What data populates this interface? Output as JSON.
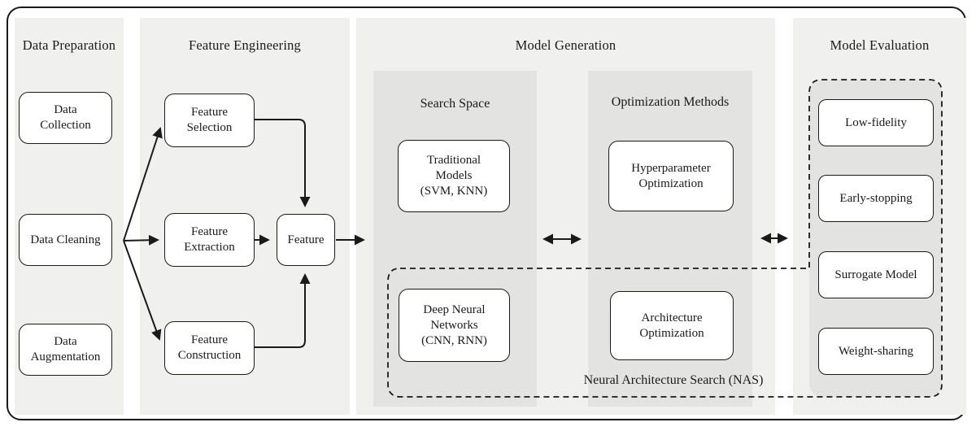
{
  "stages": {
    "data_preparation": "Data Preparation",
    "feature_engineering": "Feature Engineering",
    "model_generation": "Model Generation",
    "model_evaluation": "Model Evaluation"
  },
  "subsections": {
    "search_space": "Search Space",
    "optimization_methods": "Optimization Methods",
    "nas_label": "Neural Architecture Search (NAS)"
  },
  "nodes": {
    "data_collection": {
      "lines": [
        "Data",
        "Collection"
      ]
    },
    "data_cleaning": {
      "lines": [
        "Data Cleaning"
      ]
    },
    "data_augmentation": {
      "lines": [
        "Data",
        "Augmentation"
      ]
    },
    "feature_selection": {
      "lines": [
        "Feature",
        "Selection"
      ]
    },
    "feature_extraction": {
      "lines": [
        "Feature",
        "Extraction"
      ]
    },
    "feature_construction": {
      "lines": [
        "Feature",
        "Construction"
      ]
    },
    "feature": {
      "lines": [
        "Feature"
      ]
    },
    "traditional_models": {
      "lines": [
        "Traditional",
        "Models",
        "(SVM, KNN)"
      ]
    },
    "hyperparameter_optimization": {
      "lines": [
        "Hyperparameter",
        "Optimization"
      ]
    },
    "deep_neural_networks": {
      "lines": [
        "Deep Neural",
        "Networks",
        "(CNN, RNN)"
      ]
    },
    "architecture_optimization": {
      "lines": [
        "Architecture",
        "Optimization"
      ]
    },
    "low_fidelity": {
      "lines": [
        "Low-fidelity"
      ]
    },
    "early_stopping": {
      "lines": [
        "Early-stopping"
      ]
    },
    "surrogate_model": {
      "lines": [
        "Surrogate Model"
      ]
    },
    "weight_sharing": {
      "lines": [
        "Weight-sharing"
      ]
    }
  },
  "colors": {
    "panel_light": "#f0f0ef",
    "panel_dark": "#e3e3e2",
    "node_fill": "#ffffff",
    "stroke": "#1a1a1a",
    "background": "#ffffff"
  }
}
